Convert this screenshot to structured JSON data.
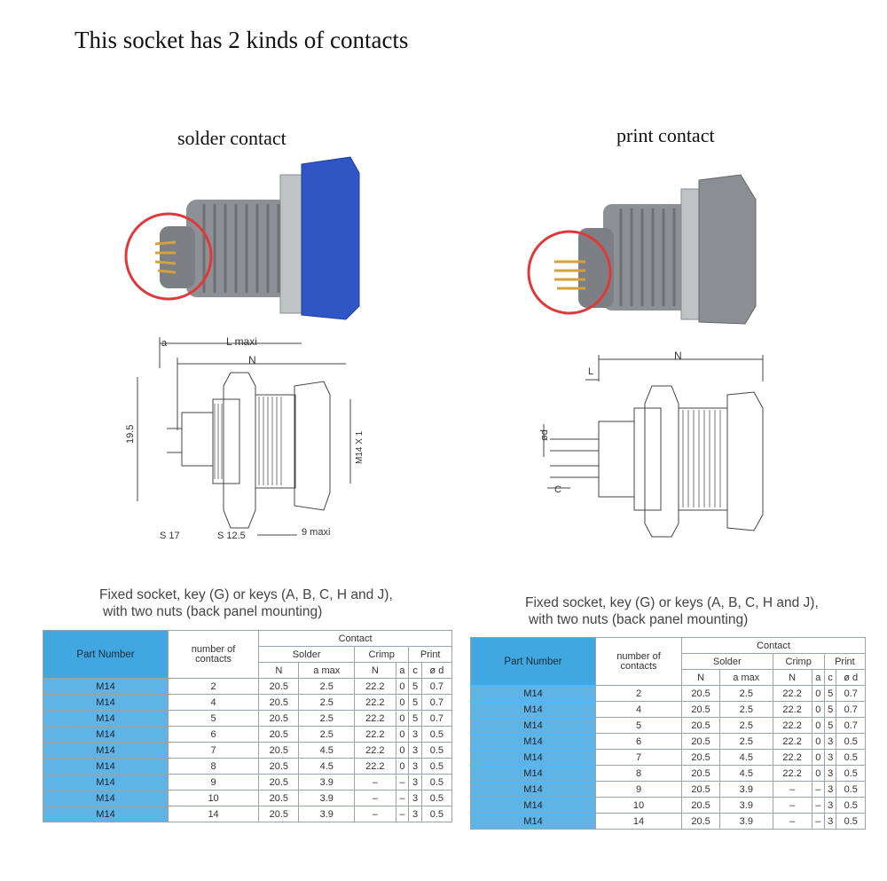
{
  "title": "This socket has  2 kinds of contacts",
  "left": {
    "caption": "solder contact",
    "drawing": {
      "a": "a",
      "lmax": "L maxi",
      "n": "N",
      "h": "19.5",
      "thread": "M14 X 1",
      "s17": "S 17",
      "s125": "S 12.5",
      "maxi9": "9 maxi"
    },
    "heading": [
      "Fixed socket, key (G) or keys (A, B, C, H and J),",
      "with two nuts (back panel mounting)"
    ]
  },
  "right": {
    "caption": "print contact",
    "drawing": {
      "n": "N",
      "l": "L",
      "d": "ød",
      "c": "C"
    },
    "heading": [
      "Fixed socket, key (G) or keys (A, B, C, H and J),",
      "with two nuts (back panel mounting)"
    ]
  },
  "table": {
    "part_number": "Part Number",
    "num_contacts": [
      "number of",
      "contacts"
    ],
    "contact": "Contact",
    "groups": [
      "Solder",
      "Crimp",
      "Print"
    ],
    "subs": [
      "N",
      "a max",
      "N",
      "a",
      "c",
      "ø d"
    ],
    "rows": [
      [
        "M14",
        "2",
        "20.5",
        "2.5",
        "22.2",
        "0",
        "5",
        "0.7"
      ],
      [
        "M14",
        "4",
        "20.5",
        "2.5",
        "22.2",
        "0",
        "5",
        "0.7"
      ],
      [
        "M14",
        "5",
        "20.5",
        "2.5",
        "22.2",
        "0",
        "5",
        "0.7"
      ],
      [
        "M14",
        "6",
        "20.5",
        "2.5",
        "22.2",
        "0",
        "3",
        "0.5"
      ],
      [
        "M14",
        "7",
        "20.5",
        "4.5",
        "22.2",
        "0",
        "3",
        "0.5"
      ],
      [
        "M14",
        "8",
        "20.5",
        "4.5",
        "22.2",
        "0",
        "3",
        "0.5"
      ],
      [
        "M14",
        "9",
        "20.5",
        "3.9",
        "–",
        "–",
        "3",
        "0.5"
      ],
      [
        "M14",
        "10",
        "20.5",
        "3.9",
        "–",
        "–",
        "3",
        "0.5"
      ],
      [
        "M14",
        "14",
        "20.5",
        "3.9",
        "–",
        "–",
        "3",
        "0.5"
      ]
    ]
  },
  "colors": {
    "part_blue": "#5fb4e6",
    "header_blue": "#41a7e1",
    "nut_blue": "#2f56c4",
    "body_grey": "#8c8f93",
    "circle_red": "#e0393b",
    "pin_gold": "#d4a23a"
  }
}
